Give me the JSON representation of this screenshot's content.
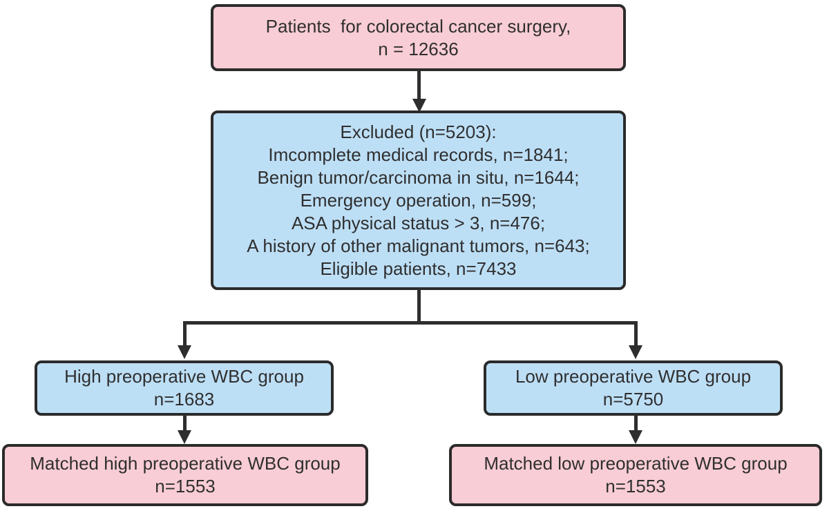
{
  "diagram": {
    "type": "flowchart",
    "description": "Patient selection flow diagram for colorectal cancer surgery study",
    "boxes": {
      "patients": {
        "lines": [
          "Patients  for colorectal cancer surgery,",
          "n = 12636"
        ],
        "fill": "pink_fill"
      },
      "excluded": {
        "lines": [
          "Excluded (n=5203):",
          "Imcomplete medical records, n=1841;",
          "Benign tumor/carcinoma in situ, n=1644;",
          "Emergency operation, n=599;",
          "ASA physical status > 3, n=476;",
          "A history of other malignant tumors, n=643;",
          "Eligible patients, n=7433"
        ],
        "fill": "blue_fill"
      },
      "high_wbc": {
        "lines": [
          "High preoperative WBC group",
          "n=1683"
        ],
        "fill": "blue_fill"
      },
      "low_wbc": {
        "lines": [
          "Low preoperative WBC group",
          "n=5750"
        ],
        "fill": "blue_fill"
      },
      "matched_high_wbc": {
        "lines": [
          "Matched high preoperative WBC group",
          "n=1553"
        ],
        "fill": "pink_fill"
      },
      "matched_low_wbc": {
        "lines": [
          "Matched low preoperative WBC group",
          "n=1553"
        ],
        "fill": "pink_fill"
      }
    },
    "colors": {
      "pink_fill": "#F9CDD5",
      "blue_fill": "#BDDFF6",
      "border": "#2B2B2B",
      "connector": "#2E2E2E",
      "text": "#2F2F2F",
      "background": "#FFFFFF"
    }
  }
}
